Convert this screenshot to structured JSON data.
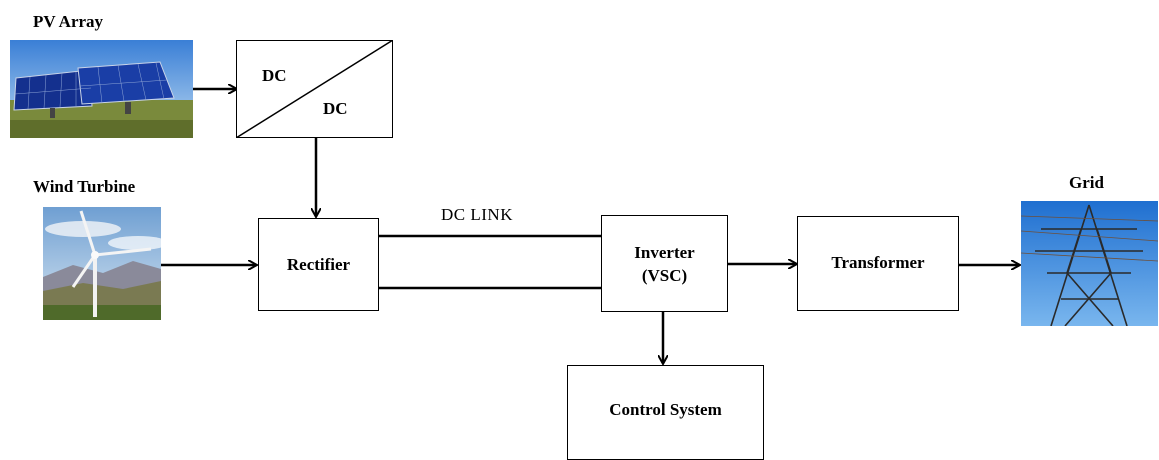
{
  "sources": {
    "pv_label": "PV Array",
    "wind_label": "Wind Turbine",
    "grid_label": "Grid"
  },
  "blocks": {
    "dcdc_top": "DC",
    "dcdc_bottom": "DC",
    "rectifier": "Rectifier",
    "inverter_line1": "Inverter",
    "inverter_line2": "(VSC)",
    "transformer": "Transformer",
    "control": "Control System"
  },
  "links": {
    "dc_link": "DC LINK"
  },
  "images": {
    "pv": "solar-panel-photo",
    "wind": "wind-turbine-photo",
    "grid": "transmission-tower-photo"
  }
}
